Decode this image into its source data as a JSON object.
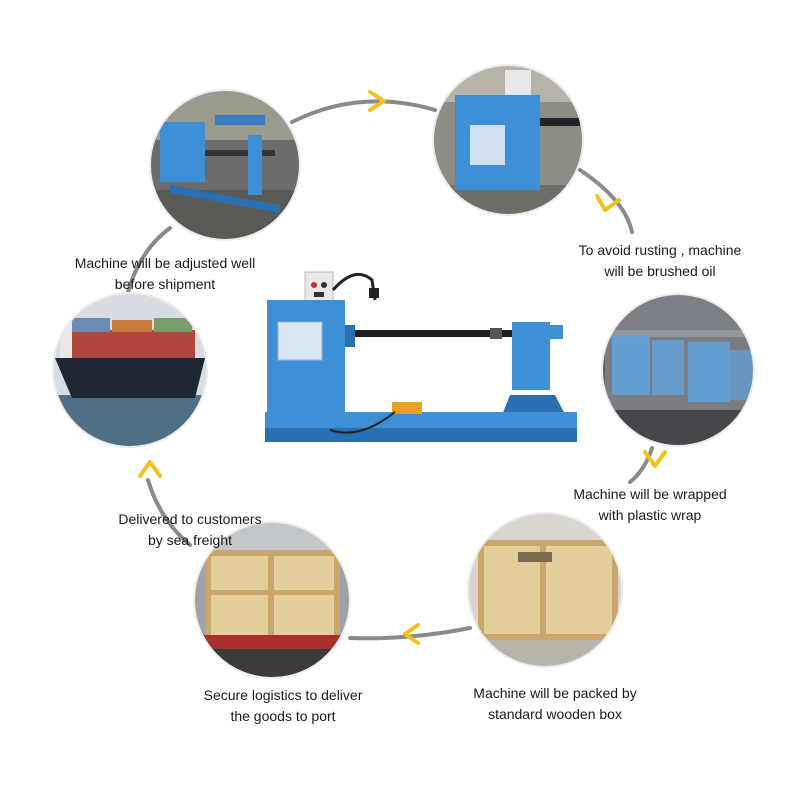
{
  "colors": {
    "cycle_line": "#8a8a8a",
    "arrow": "#f2c21b",
    "machine_blue": "#3d8fd6",
    "machine_dark": "#2a6fb0",
    "crate_wood": "#e4cf9c",
    "crate_frame": "#c9a66b",
    "sea": "#4f6f84",
    "ship_hull": "#1e2633"
  },
  "steps": [
    {
      "id": "adjust",
      "photo": "adjusted-machine-photo",
      "lines": [
        "Machine will be adjusted well",
        "before shipment"
      ]
    },
    {
      "id": "oil",
      "photo": "oiled-machine-photo",
      "lines": [
        "To avoid rusting , machine",
        "will be brushed oil"
      ]
    },
    {
      "id": "wrap",
      "photo": "wrapped-machines-photo",
      "lines": [
        "Machine will be wrapped",
        "with plastic wrap"
      ]
    },
    {
      "id": "box",
      "photo": "wooden-box-photo",
      "lines": [
        "Machine will be packed by",
        "standard wooden box"
      ]
    },
    {
      "id": "logistics",
      "photo": "truck-crate-photo",
      "lines": [
        "Secure logistics to deliver",
        "the goods to port"
      ]
    },
    {
      "id": "sea",
      "photo": "cargo-ship-photo",
      "lines": [
        "Delivered to customers",
        "by sea freight"
      ]
    }
  ],
  "center_icon": "coil-winding-machine-photo"
}
